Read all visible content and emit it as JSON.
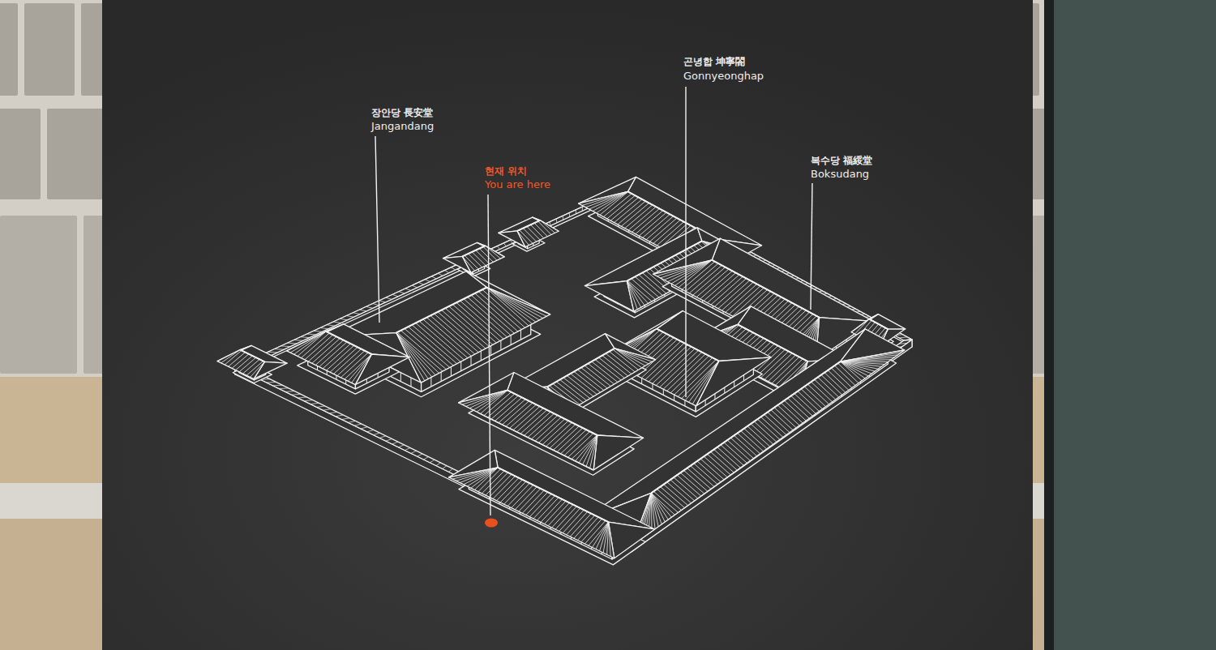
{
  "diagram": {
    "labels": [
      "장안당 長安堂",
      "Jangandang",
      "현재 위치",
      "You are here",
      "곤녕합 坤寧閤",
      "Gonnyeonghap",
      "복수당 福綏堂",
      "Boksudang"
    ]
  }
}
